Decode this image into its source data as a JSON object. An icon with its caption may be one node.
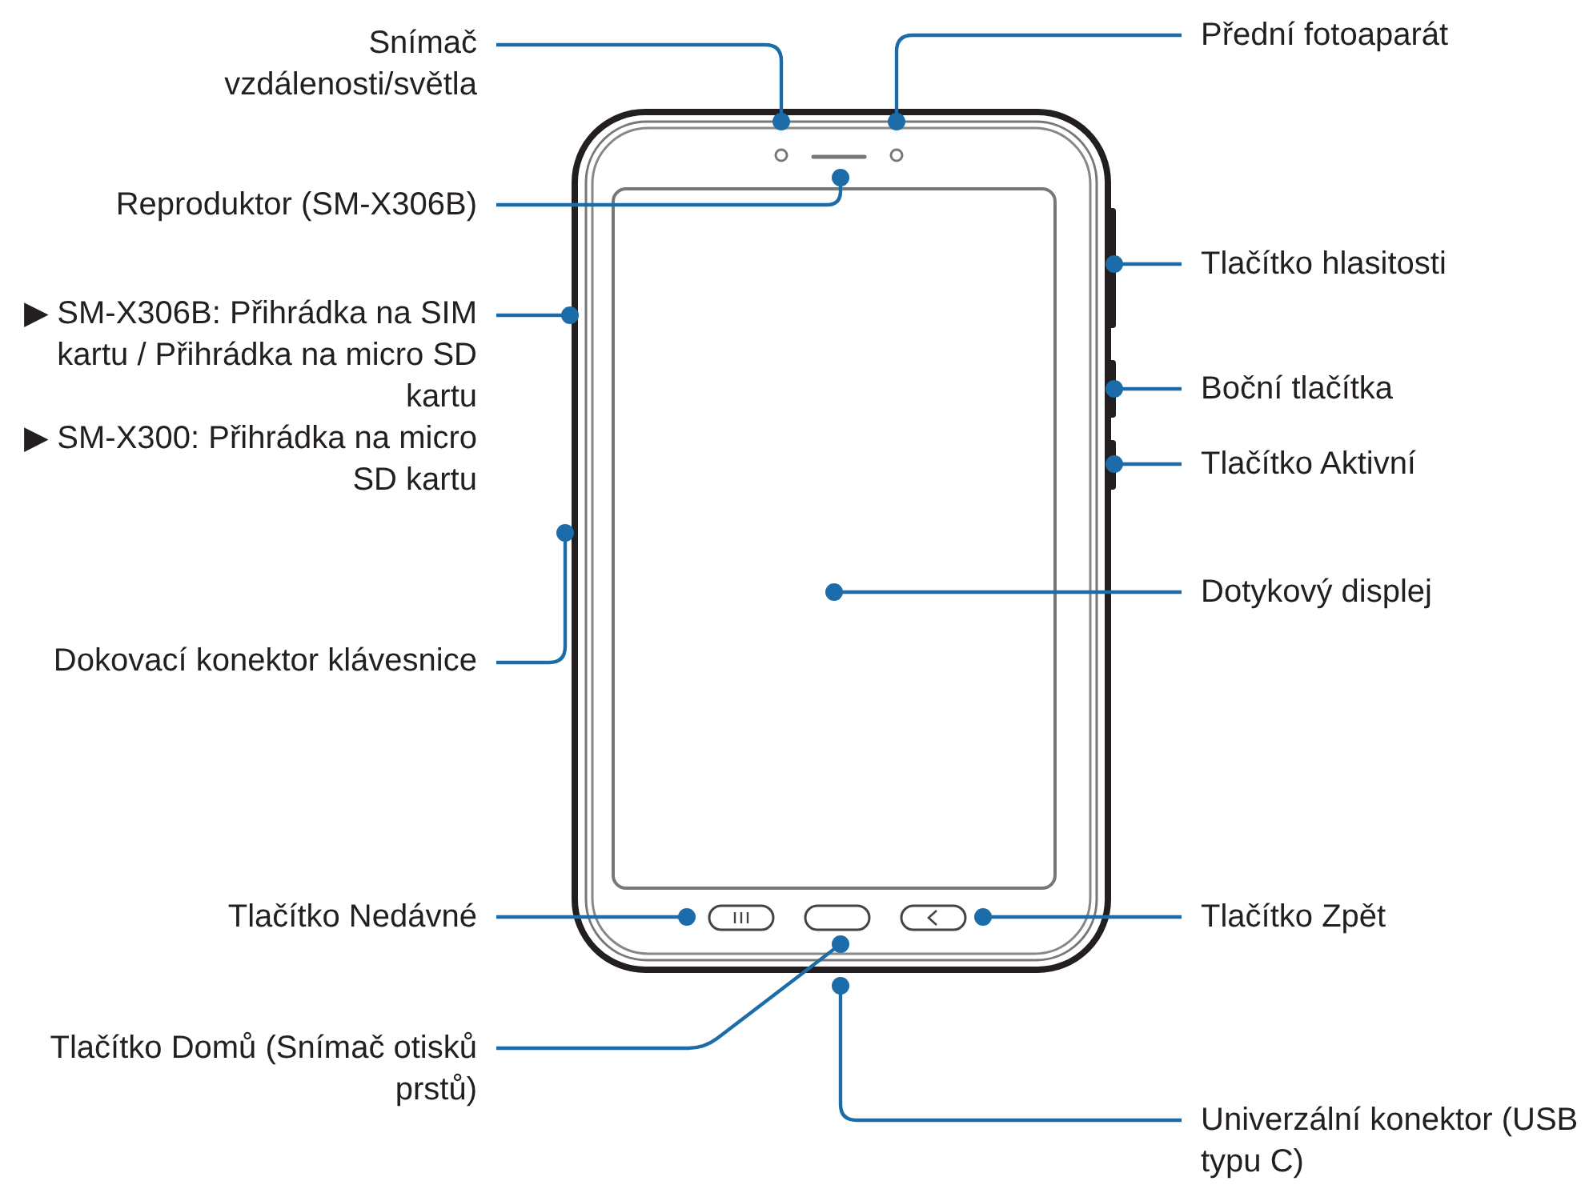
{
  "diagram": {
    "nodes": [
      {
        "text": [
          "Snímač vzdálenosti/světla"
        ]
      },
      {
        "text": [
          "Přední fotoaparát"
        ]
      },
      {
        "text": [
          "Reproduktor (SM-X306B)"
        ]
      },
      {
        "text": [
          "Tlačítko hlasitosti"
        ]
      },
      {
        "text": [
          "▶ SM-X306B: Přihrádka na SIM kartu / Přihrádka na micro SD kartu",
          "▶ SM-X300: Přihrádka na micro SD kartu"
        ]
      },
      {
        "text": [
          "Boční tlačítka"
        ]
      },
      {
        "text": [
          "Tlačítko Aktivní"
        ]
      },
      {
        "text": [
          "Dotykový displej"
        ]
      },
      {
        "text": [
          "Dokovací konektor klávesnice"
        ]
      },
      {
        "text": [
          "Tlačítko Nedávné"
        ]
      },
      {
        "text": [
          "Tlačítko Zpět"
        ]
      },
      {
        "text": [
          "Tlačítko Domů (Snímač otisků prstů)"
        ]
      },
      {
        "text": [
          "Univerzální konektor (USB typu C)"
        ]
      }
    ],
    "edges": [
      {
        "from": 0,
        "to": null,
        "arrow": "other"
      },
      {
        "from": 1,
        "to": null,
        "arrow": "other"
      },
      {
        "from": 2,
        "to": null,
        "arrow": "other"
      },
      {
        "from": 3,
        "to": null,
        "arrow": "other"
      },
      {
        "from": 4,
        "to": null,
        "arrow": "other"
      },
      {
        "from": 5,
        "to": null,
        "arrow": "other"
      },
      {
        "from": 6,
        "to": null,
        "arrow": "other"
      },
      {
        "from": 7,
        "to": null,
        "arrow": "other"
      },
      {
        "from": 8,
        "to": null,
        "arrow": "other"
      },
      {
        "from": 9,
        "to": null,
        "arrow": "other"
      },
      {
        "from": 10,
        "to": null,
        "arrow": "other"
      },
      {
        "from": 11,
        "to": null,
        "arrow": "other"
      },
      {
        "from": 12,
        "to": null,
        "arrow": "other"
      }
    ]
  }
}
